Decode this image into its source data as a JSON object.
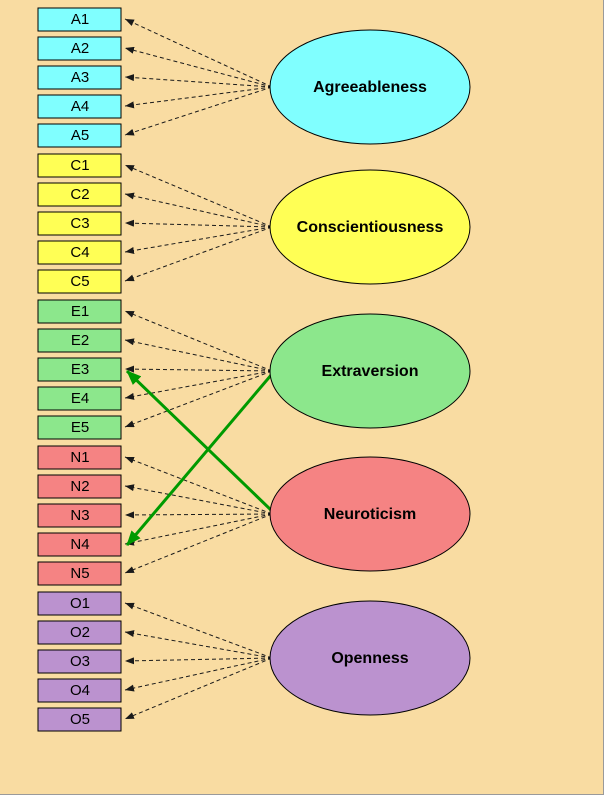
{
  "canvas": {
    "background": "#F9DCA2",
    "edge_color": "#9A9A9A",
    "line_color": "#1A1A1A"
  },
  "factors": [
    {
      "name": "Agreeableness",
      "fill": "#80FFFF",
      "indicators": [
        "A1",
        "A2",
        "A3",
        "A4",
        "A5"
      ]
    },
    {
      "name": "Conscientiousness",
      "fill": "#FFFF55",
      "indicators": [
        "C1",
        "C2",
        "C3",
        "C4",
        "C5"
      ]
    },
    {
      "name": "Extraversion",
      "fill": "#8CE78C",
      "indicators": [
        "E1",
        "E2",
        "E3",
        "E4",
        "E5"
      ]
    },
    {
      "name": "Neuroticism",
      "fill": "#F58383",
      "indicators": [
        "N1",
        "N2",
        "N3",
        "N4",
        "N5"
      ]
    },
    {
      "name": "Openness",
      "fill": "#BB92CF",
      "indicators": [
        "O1",
        "O2",
        "O3",
        "O4",
        "O5"
      ]
    }
  ],
  "cross_loadings": [
    {
      "from": "Extraversion",
      "to": "N4",
      "color": "#009A00"
    },
    {
      "from": "Neuroticism",
      "to": "E3",
      "color": "#009A00"
    }
  ]
}
